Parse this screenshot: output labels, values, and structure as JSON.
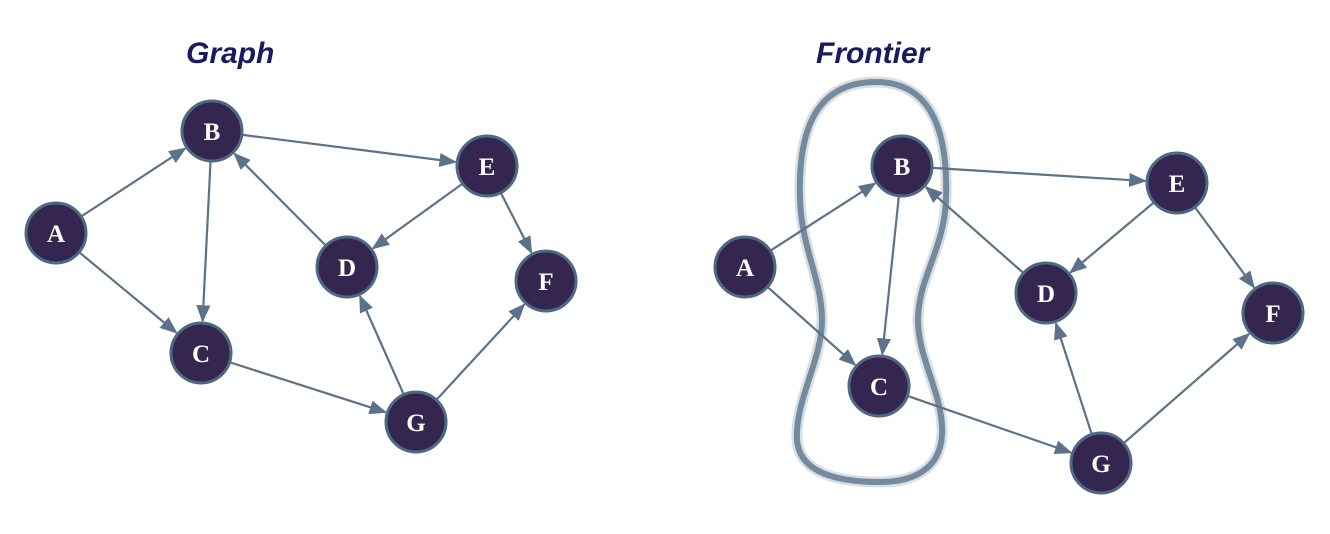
{
  "panels": [
    {
      "id": "graph",
      "title": "Graph",
      "nodes": [
        {
          "id": "A",
          "label": "A"
        },
        {
          "id": "B",
          "label": "B"
        },
        {
          "id": "C",
          "label": "C"
        },
        {
          "id": "D",
          "label": "D"
        },
        {
          "id": "E",
          "label": "E"
        },
        {
          "id": "F",
          "label": "F"
        },
        {
          "id": "G",
          "label": "G"
        }
      ],
      "edges": [
        {
          "from": "A",
          "to": "B"
        },
        {
          "from": "A",
          "to": "C"
        },
        {
          "from": "B",
          "to": "C"
        },
        {
          "from": "B",
          "to": "E"
        },
        {
          "from": "D",
          "to": "B"
        },
        {
          "from": "E",
          "to": "D"
        },
        {
          "from": "E",
          "to": "F"
        },
        {
          "from": "C",
          "to": "G"
        },
        {
          "from": "G",
          "to": "D"
        },
        {
          "from": "G",
          "to": "F"
        }
      ]
    },
    {
      "id": "frontier",
      "title": "Frontier",
      "frontier_nodes": [
        "B",
        "C"
      ],
      "nodes": [
        {
          "id": "A",
          "label": "A"
        },
        {
          "id": "B",
          "label": "B"
        },
        {
          "id": "C",
          "label": "C"
        },
        {
          "id": "D",
          "label": "D"
        },
        {
          "id": "E",
          "label": "E"
        },
        {
          "id": "F",
          "label": "F"
        },
        {
          "id": "G",
          "label": "G"
        }
      ],
      "edges": [
        {
          "from": "A",
          "to": "B"
        },
        {
          "from": "A",
          "to": "C"
        },
        {
          "from": "B",
          "to": "C"
        },
        {
          "from": "B",
          "to": "E"
        },
        {
          "from": "D",
          "to": "B"
        },
        {
          "from": "E",
          "to": "D"
        },
        {
          "from": "E",
          "to": "F"
        },
        {
          "from": "C",
          "to": "G"
        },
        {
          "from": "G",
          "to": "D"
        },
        {
          "from": "G",
          "to": "F"
        }
      ]
    }
  ],
  "colors": {
    "node_fill": "#35264f",
    "node_stroke": "#4d6a82",
    "edge": "#5b7289",
    "title": "#1b1a5e",
    "frontier_outline": "#627c90"
  }
}
